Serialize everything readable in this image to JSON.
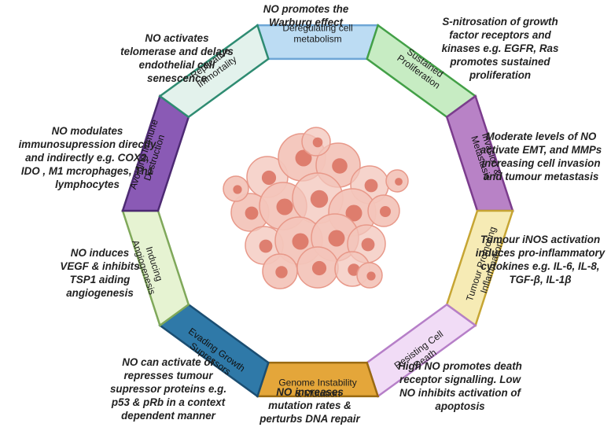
{
  "hallmarks": [
    {
      "id": "metabolism",
      "label": "Deregulating cell\nmetabolism",
      "fill": "#bcdcf3",
      "stroke": "#6ea6d6"
    },
    {
      "id": "proliferation",
      "label": "Sustained\nProliferation",
      "fill": "#c7ecc3",
      "stroke": "#43a047"
    },
    {
      "id": "invasion",
      "label": "Invasion &\nMetastasis",
      "fill": "#b882c6",
      "stroke": "#7b3c8d"
    },
    {
      "id": "inflammation",
      "label": "Tumour Promoting\nInflammation",
      "fill": "#f6ebb5",
      "stroke": "#c6a533"
    },
    {
      "id": "death",
      "label": "Resisting Cell\nDeath",
      "fill": "#f1dcf6",
      "stroke": "#b67fc8"
    },
    {
      "id": "genome",
      "label": "Genome Instability\n& Mutation",
      "fill": "#e4a63a",
      "stroke": "#9a6a12"
    },
    {
      "id": "growth",
      "label": "Evading Growth\nSupressors",
      "fill": "#2f79a8",
      "stroke": "#1b4e72"
    },
    {
      "id": "angiogenesis",
      "label": "Inducing\nAngiogenesis",
      "fill": "#e6f3d2",
      "stroke": "#7fa85a"
    },
    {
      "id": "immune",
      "label": "Avoiding Immune\nDestruction",
      "fill": "#8a5ab5",
      "stroke": "#4d2a73"
    },
    {
      "id": "immortality",
      "label": "Replicative\nImmortality",
      "fill": "#e3f2ec",
      "stroke": "#2f8c72"
    }
  ],
  "descriptions": {
    "metabolism": "NO promotes the\nWarburg effect",
    "proliferation": "S-nitrosation of growth\nfactor receptors and\nkinases e.g. EGFR, Ras\npromotes sustained\nproliferation",
    "invasion": "Moderate levels of NO\nactivate EMT, and MMPs\nincreasing cell invasion\nand  tumour metastasis",
    "inflammation": "Tumour  iNOS activation\ninduces pro-inflammatory\ncytokines e.g. IL-6, IL-8,\nTGF-β, IL-1β",
    "death": "High  NO promotes death\nreceptor signalling. Low\nNO inhibits activation of\napoptosis",
    "genome": "NO increases\nmutation rates &\nperturbs DNA repair",
    "growth": "NO can activate or\nrepresses tumour\nsupressor proteins e.g.\np53 & pRb in a context\ndependent manner",
    "angiogenesis": "NO induces\nVEGF  & inhibits\nTSP1 aiding\nangiogenesis",
    "immune": "NO  modulates\nimmunosupression directly\nand indirectly   e.g. COX2,\nIDO , M1 mcrophages, Th1\nlymphocytes",
    "immortality": "NO activates\ntelomerase and delays\nendothelial cell\nsenescence"
  },
  "center_image": {
    "icon": "tumour-cell-cluster-icon",
    "colors": [
      "#f3c5bb",
      "#e8998a",
      "#d9705f"
    ]
  }
}
